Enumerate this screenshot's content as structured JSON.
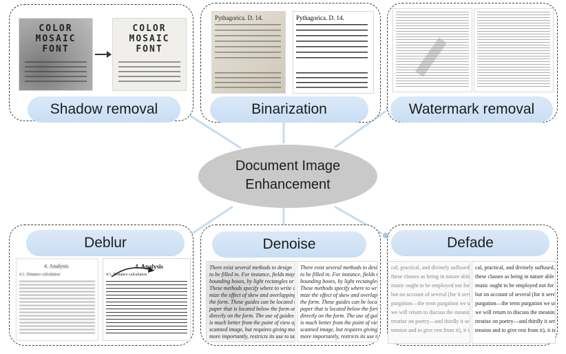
{
  "center": {
    "title_line1": "Document Image",
    "title_line2": "Enhancement"
  },
  "tasks": {
    "shadow_removal": "Shadow removal",
    "binarization": "Binarization",
    "watermark_removal": "Watermark removal",
    "deblur": "Deblur",
    "denoise": "Denoise",
    "defade": "Defade"
  },
  "samples": {
    "font_line1": "COLOR",
    "font_line2": "MOSAIC",
    "font_line3": "FONT",
    "deblur_heading": "4. Analysis",
    "deblur_subheading": "4.1. Distance calculation",
    "binarization_head": "Pythagorica. D. 14.",
    "defade_lines": [
      "cal, practical, and divinely suffused,",
      "these classes as being in nature able to",
      "music ought to be employed not for the",
      "but on account of several (for it serves",
      "purgation—the term purgation we use for",
      "we will return to discuss the meaning",
      "treatise on poetry—and thirdly it serves",
      "tension and to give rest from it), it is clear"
    ],
    "denoise_lines": [
      "There exist several methods to design",
      "to be filled in. For instance, fields may",
      "bounding boxes, by light rectangles or",
      "These methods specify where to write and",
      "mize the effect of skew and overlapping",
      "the form. These guides can be located on a",
      "paper that is located below the form or",
      "directly on the form. The use of guides on",
      "is much better from the point of view of",
      "scanned image, but requires giving more",
      "more importantly, restricts its use to tasks"
    ]
  },
  "colors": {
    "pill_fill": "#d3e4f6",
    "hub_fill": "#c9c9c9",
    "connector": "#c6dbf1",
    "node_dot": "#a9c8ea",
    "panel_border": "#3a3a3a"
  }
}
